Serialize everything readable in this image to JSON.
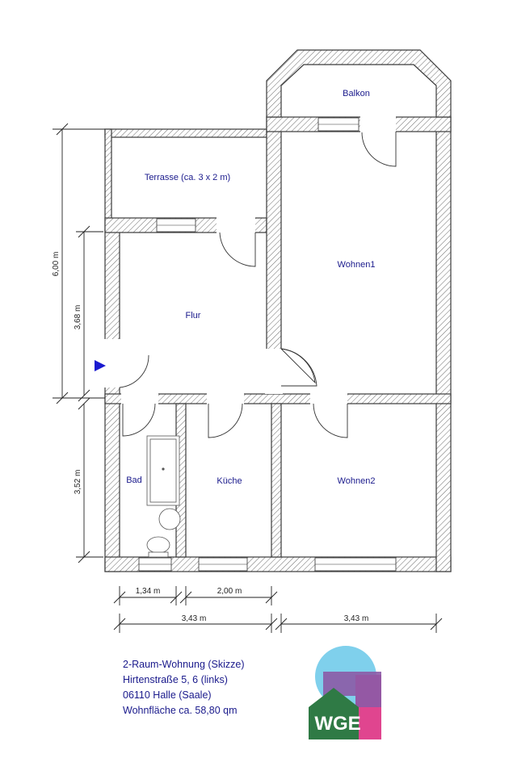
{
  "rooms": {
    "balkon": "Balkon",
    "terrasse": "Terrasse (ca. 3 x 2 m)",
    "wohnen1": "Wohnen1",
    "flur": "Flur",
    "bad": "Bad",
    "kueche": "Küche",
    "wohnen2": "Wohnen2"
  },
  "dimensions": {
    "total_height": "6,00 m",
    "flur_height": "3,68 m",
    "lower_height": "3,52 m",
    "bad_width": "1,34 m",
    "kueche_width": "2,00 m",
    "left_width": "3,43 m",
    "right_width": "3,43 m"
  },
  "info": {
    "line1": "2-Raum-Wohnung (Skizze)",
    "line2": "Hirtenstraße 5, 6 (links)",
    "line3": "06110 Halle (Saale)",
    "line4": "Wohnfläche ca. 58,80 qm"
  },
  "logo": {
    "text": "WGE",
    "colors": {
      "circle": "#7fd0ec",
      "purple": "#8c5aa6",
      "green": "#2f7a45",
      "pink": "#e0458f"
    }
  },
  "colors": {
    "labels": "#1a1a8c",
    "entrance_marker": "#1a1ad0"
  }
}
